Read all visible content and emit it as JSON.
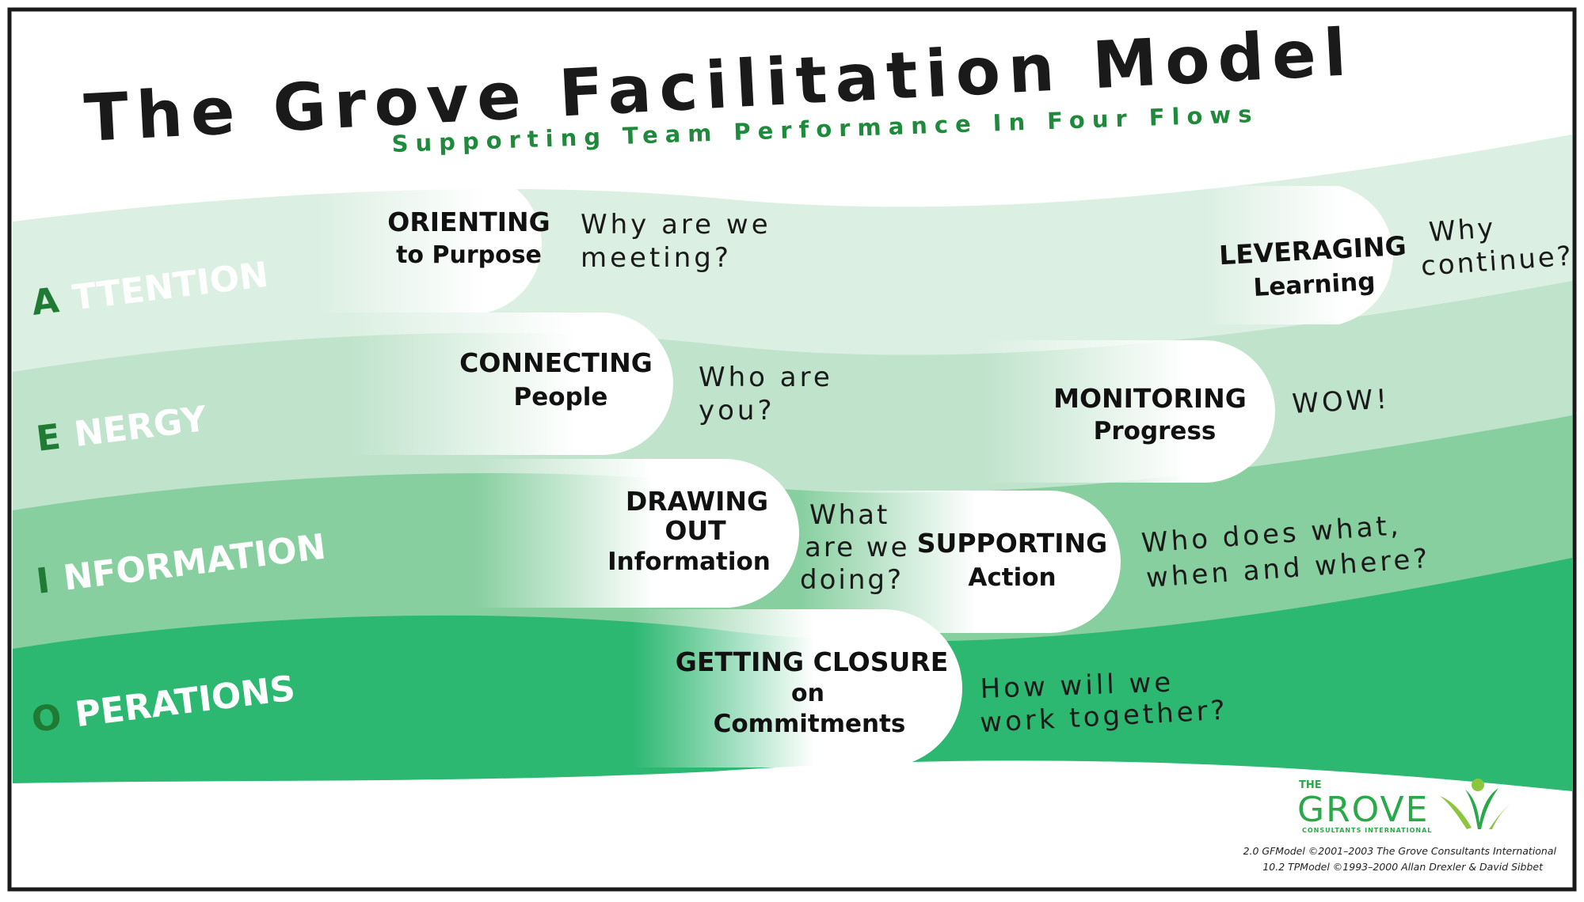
{
  "title": "The Grove Facilitation Model",
  "subtitle": "Supporting Team Performance In Four Flows",
  "colors": {
    "band_attention": "#dcefe3",
    "band_energy": "#bfe3cb",
    "band_information": "#88cfa0",
    "band_operations": "#2db872",
    "accent_green": "#1f8a3c",
    "frame": "#1a1a1a"
  },
  "flows": [
    {
      "initial": "A",
      "rest": "TTENTION"
    },
    {
      "initial": "E",
      "rest": "NERGY"
    },
    {
      "initial": "I",
      "rest": "NFORMATION"
    },
    {
      "initial": "O",
      "rest": "PERATIONS"
    }
  ],
  "stages": [
    {
      "main": "ORIENTING",
      "sub": "to Purpose",
      "question": [
        "Why are we",
        "meeting?"
      ]
    },
    {
      "main": "CONNECTING",
      "sub": "People",
      "question": [
        "Who are",
        "you?"
      ]
    },
    {
      "main": [
        "DRAWING",
        "OUT"
      ],
      "sub": "Information",
      "question": [
        "What",
        "are we",
        "doing?"
      ]
    },
    {
      "main": "SUPPORTING",
      "sub": "Action",
      "question": [
        "Who does what,",
        "when and where?"
      ]
    },
    {
      "main": "GETTING CLOSURE",
      "sub": [
        "on",
        "Commitments"
      ],
      "question": [
        "How will we",
        "work together?"
      ]
    },
    {
      "main": "MONITORING",
      "sub": "Progress",
      "question": [
        "WOW!"
      ]
    },
    {
      "main": "LEVERAGING",
      "sub": "Learning",
      "question": [
        "Why",
        "continue?"
      ]
    }
  ],
  "brand": {
    "small": "THE",
    "name": "GROVE",
    "tagline": "CONSULTANTS INTERNATIONAL",
    "logo_icon": "sprout-figure-icon"
  },
  "copyright": [
    "2.0 GFModel ©2001–2003 The Grove Consultants International",
    "10.2 TPModel ©1993–2000 Allan Drexler & David Sibbet"
  ]
}
